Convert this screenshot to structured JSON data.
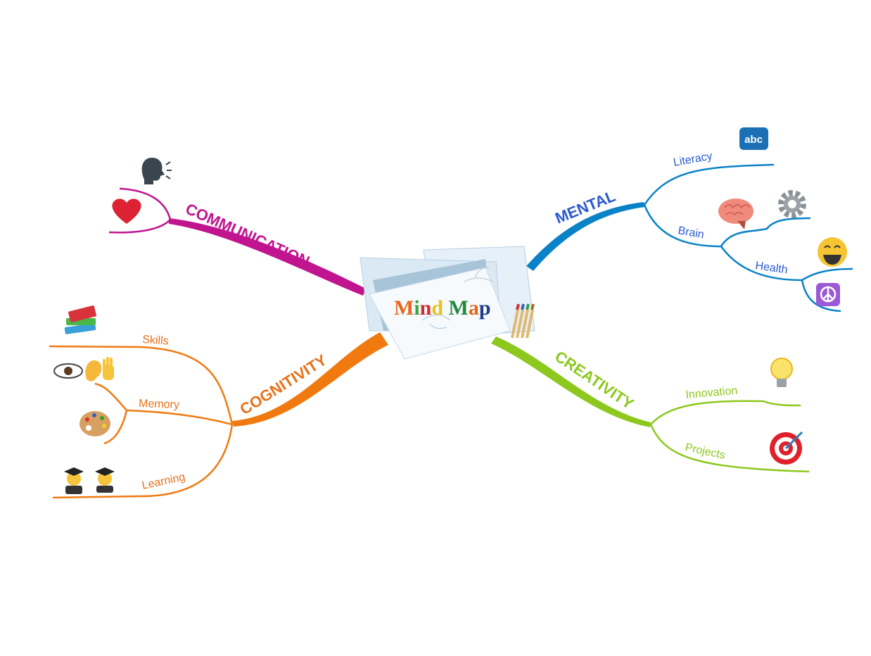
{
  "center": {
    "title_letters": [
      "M",
      "i",
      "n",
      "d",
      " ",
      "M",
      "a",
      "p"
    ],
    "title_colors": [
      "#e8661c",
      "#3aa63a",
      "#d42a2a",
      "#e8c21a",
      "#fff",
      "#1e8a3a",
      "#e8661c",
      "#1c3c8c"
    ]
  },
  "branches": {
    "communication": {
      "label": "COMMUNICATION",
      "color": "#c0158f"
    },
    "mental": {
      "label": "MENTAL",
      "color": "#0a82c8",
      "text_color": "#2a5ad0",
      "children": {
        "literacy": "Literacy",
        "brain": "Brain",
        "health": "Health"
      }
    },
    "creativity": {
      "label": "CREATIVITY",
      "color": "#8cc81e",
      "children": {
        "innovation": "Innovation",
        "projects": "Projects"
      }
    },
    "cognitivity": {
      "label": "COGNITIVITY",
      "color": "#f07a10",
      "text_color": "#e8711a",
      "children": {
        "skills": "Skills",
        "memory": "Memory",
        "learning": "Learning"
      }
    }
  },
  "icons": {
    "abc_label": "abc"
  }
}
